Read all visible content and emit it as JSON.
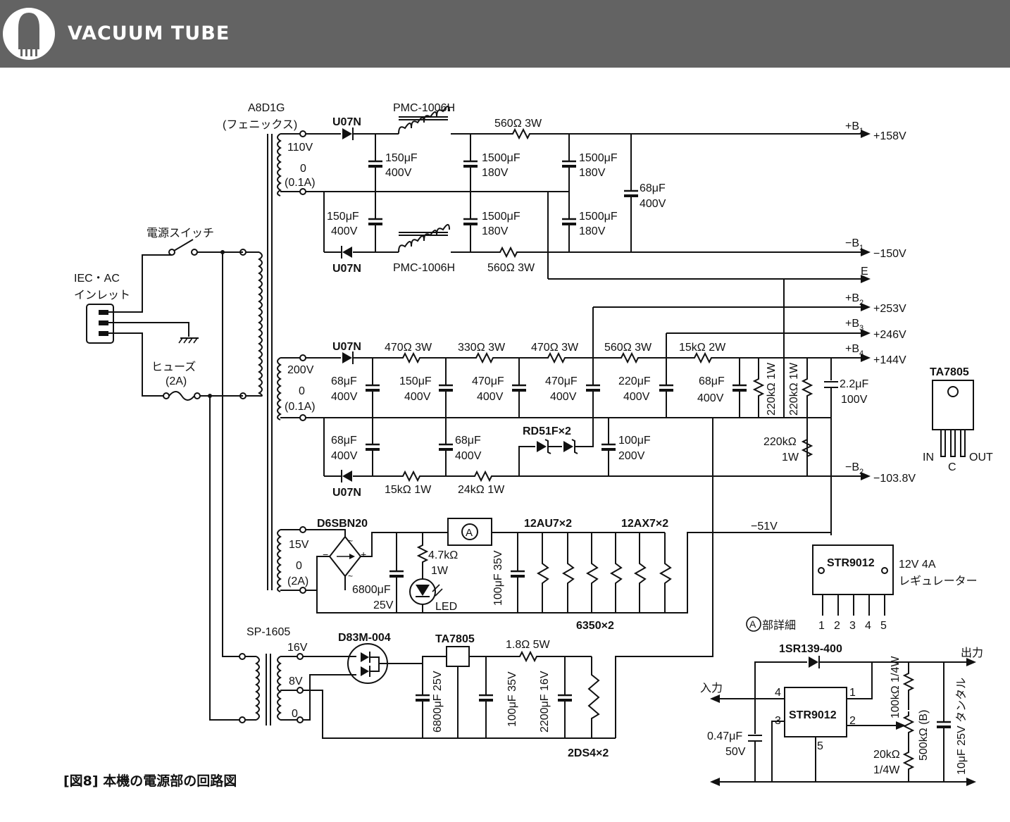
{
  "header": {
    "title": "VACUUM TUBE"
  },
  "caption": "[図8] 本機の電源部の回路図",
  "labels": {
    "main_tx": "A8D1G",
    "main_tx_maker": "(フェニックス)",
    "switch": "電源スイッチ",
    "inlet1": "IEC・AC",
    "inlet2": "インレット",
    "fuse": "ヒューズ",
    "fuse_val": "(2A)",
    "w110": "110V",
    "w0a": "0",
    "w01a": "(0.1A)",
    "w200": "200V",
    "w0b": "0",
    "w01b": "(0.1A)",
    "w15": "15V",
    "w0c": "0",
    "w2a": "(2A)",
    "tx2": "SP-1605",
    "w16": "16V",
    "w8": "8V",
    "w0d": "0",
    "u07n_1": "U07N",
    "u07n_2": "U07N",
    "u07n_3": "U07N",
    "u07n_4": "U07N",
    "pmc1": "PMC-1006H",
    "pmc2": "PMC-1006H",
    "r560_1": "560Ω 3W",
    "r560_2": "560Ω 3W",
    "c150_1": "150μF",
    "c150_1v": "400V",
    "c150_2": "150μF",
    "c150_2v": "400V",
    "c1500_1": "1500μF",
    "c1500_1v": "180V",
    "c1500_2": "1500μF",
    "c1500_2v": "180V",
    "c1500_3": "1500μF",
    "c1500_3v": "180V",
    "c1500_4": "1500μF",
    "c1500_4v": "180V",
    "c68_a": "68μF",
    "c68_av": "400V",
    "b1p": "+B",
    "b1p_sub": "1",
    "b1p_v": "+158V",
    "b1m": "−B",
    "b1m_sub": "1",
    "b1m_v": "−150V",
    "e": "E",
    "b2p": "+B",
    "b2p_sub": "2",
    "b2p_v": "+253V",
    "b3p": "+B",
    "b3p_sub": "3",
    "b3p_v": "+246V",
    "b4p": "+B",
    "b4p_sub": "4",
    "b4p_v": "+144V",
    "b2m": "−B",
    "b2m_sub": "2",
    "b2m_v": "−103.8V",
    "r470_1": "470Ω 3W",
    "r330": "330Ω 3W",
    "r470_2": "470Ω 3W",
    "r560_3": "560Ω 3W",
    "r15k": "15kΩ 2W",
    "c68_b": "68μF",
    "c68_bv": "400V",
    "c150_3": "150μF",
    "c150_3v": "400V",
    "c470_1": "470μF",
    "c470_1v": "400V",
    "c470_2": "470μF",
    "c470_2v": "400V",
    "c220": "220μF",
    "c220v": "400V",
    "c68_c": "68μF",
    "c68_cv": "400V",
    "r220k_1": "220kΩ 1W",
    "r220k_2": "220kΩ 1W",
    "c22": "2.2μF",
    "c22v": "100V",
    "r220k_3": "220kΩ",
    "r220k_3w": "1W",
    "c68_d": "68μF",
    "c68_dv": "400V",
    "c68_e": "68μF",
    "c68_ev": "400V",
    "rd51f": "RD51F×2",
    "c100_a": "100μF",
    "c100_av": "200V",
    "r15k_2": "15kΩ 1W",
    "r24k": "24kΩ 1W",
    "d6sbn20": "D6SBN20",
    "c6800_a": "6800μF",
    "c6800_av": "25V",
    "r47k": "4.7kΩ",
    "r47kw": "1W",
    "led": "LED",
    "c100_b": "100μF 35V",
    "t12au7": "12AU7×2",
    "t12ax7": "12AX7×2",
    "t6350": "6350×2",
    "m51": "−51V",
    "circle_a": "A",
    "d83m": "D83M-004",
    "ta7805_a": "TA7805",
    "r18": "1.8Ω 5W",
    "c6800_b": "6800μF 25V",
    "c100_c": "100μF 35V",
    "c2200": "2200μF 16V",
    "t2ds4": "2DS4×2",
    "ta7805_b": "TA7805",
    "pin_in": "IN",
    "pin_c": "C",
    "pin_out": "OUT",
    "str9012_a": "STR9012",
    "reg1": "12V 4A",
    "reg2": "レギュレーター",
    "detail": "部詳細",
    "p1": "1",
    "p2": "2",
    "p3": "3",
    "p4": "4",
    "p5": "5",
    "sr139": "1SR139-400",
    "out": "出力",
    "in": "入力",
    "str9012_b": "STR9012",
    "q4": "4",
    "q1": "1",
    "q3": "3",
    "q2": "2",
    "q5": "5",
    "r100k": "100kΩ 1/4W",
    "r500k": "500kΩ (B)",
    "r20k": "20kΩ",
    "r20kw": "1/4W",
    "c047": "0.47μF",
    "c047v": "50V",
    "c10": "10μF 25V タンタル"
  }
}
